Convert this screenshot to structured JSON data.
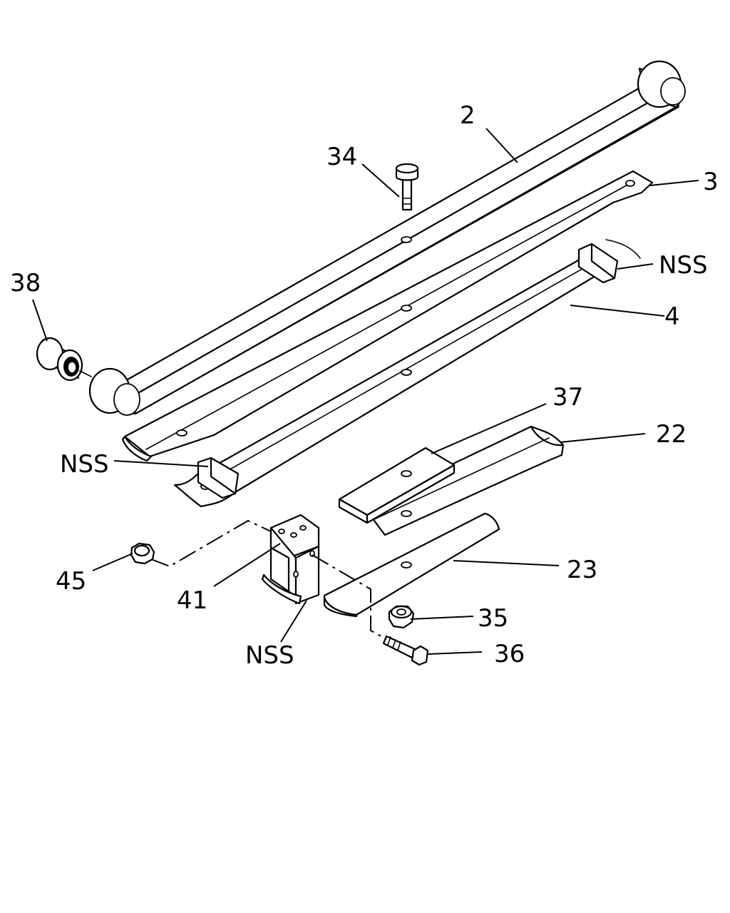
{
  "callouts": {
    "c2": "2",
    "c3": "3",
    "c34": "34",
    "c38": "38",
    "nss_right": "NSS",
    "c4": "4",
    "c37": "37",
    "c22": "22",
    "nss_left": "NSS",
    "c45": "45",
    "c41": "41",
    "c23": "23",
    "c35": "35",
    "nss_bottom": "NSS",
    "c36": "36"
  }
}
